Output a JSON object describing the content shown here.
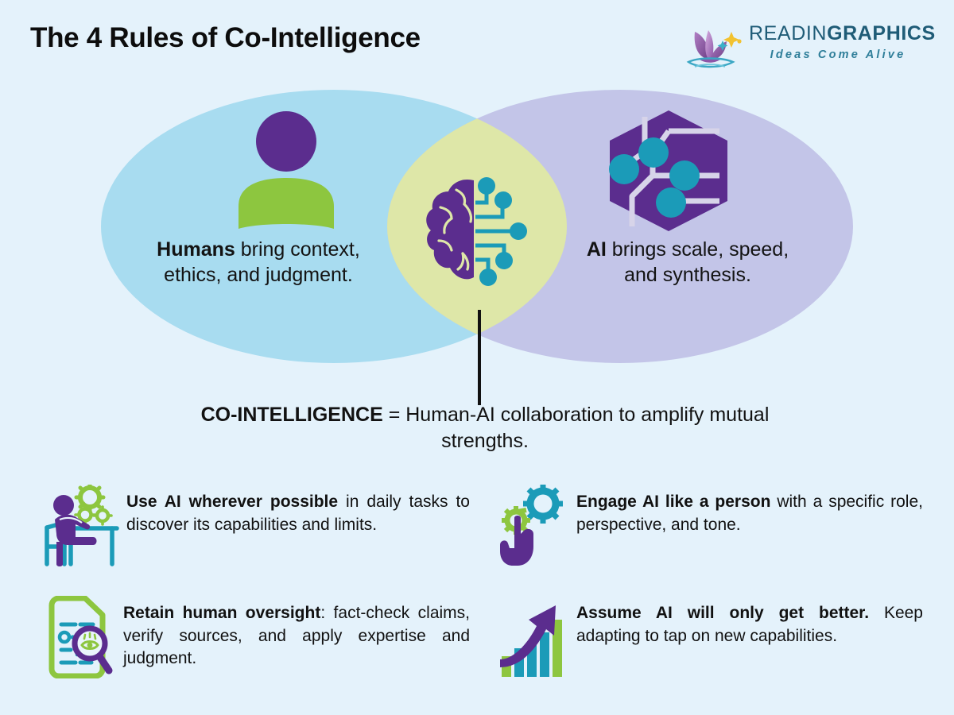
{
  "page": {
    "title": "The 4 Rules of Co-Intelligence",
    "background_color": "#E4F2FB"
  },
  "logo": {
    "word_part1": "READIN",
    "word_part2": "GRAPHICS",
    "tagline": "Ideas Come Alive",
    "mark_icon": "open-book-butterfly-icon",
    "text_color": "#1F5C77",
    "tagline_color": "#2E7E99"
  },
  "venn": {
    "left": {
      "icon": "person-icon",
      "fill": "#A8DCF0",
      "label_bold": "Humans",
      "label_rest": " bring context, ethics, and judgment."
    },
    "right": {
      "icon": "ai-hexagon-network-icon",
      "fill": "#C3C5E8",
      "label_bold": "AI",
      "label_rest": " brings scale, speed, and synthesis."
    },
    "overlap": {
      "icon": "brain-circuit-icon",
      "fill": "#DEE7A8"
    },
    "caption_bold": "CO-INTELLIGENCE",
    "caption_rest": " = Human-AI collaboration to amplify mutual strengths.",
    "connector_color": "#111111"
  },
  "rules": [
    {
      "id": "rule-1",
      "icon": "person-at-desk-gears-icon",
      "bold": "Use AI wherever possible",
      "rest": " in daily tasks to discover its capabilities and limits."
    },
    {
      "id": "rule-2",
      "icon": "hand-pointing-gears-icon",
      "bold": "Engage AI like a person",
      "rest": " with a specific role, perspective, and tone."
    },
    {
      "id": "rule-3",
      "icon": "document-magnifier-eye-icon",
      "bold": "Retain human oversight",
      "rest": ": fact-check claims, verify sources, and apply expertise and judgment."
    },
    {
      "id": "rule-4",
      "icon": "growth-chart-arrow-icon",
      "bold": "Assume AI will only get better.",
      "rest": " Keep adapting to tap on new capabilities."
    }
  ],
  "palette": {
    "purple": "#5B2D8E",
    "green": "#8DC63F",
    "teal": "#1B9BB8",
    "light_blue": "#A8DCF0",
    "light_purple": "#C3C5E8",
    "lens_green": "#DEE7A8"
  }
}
